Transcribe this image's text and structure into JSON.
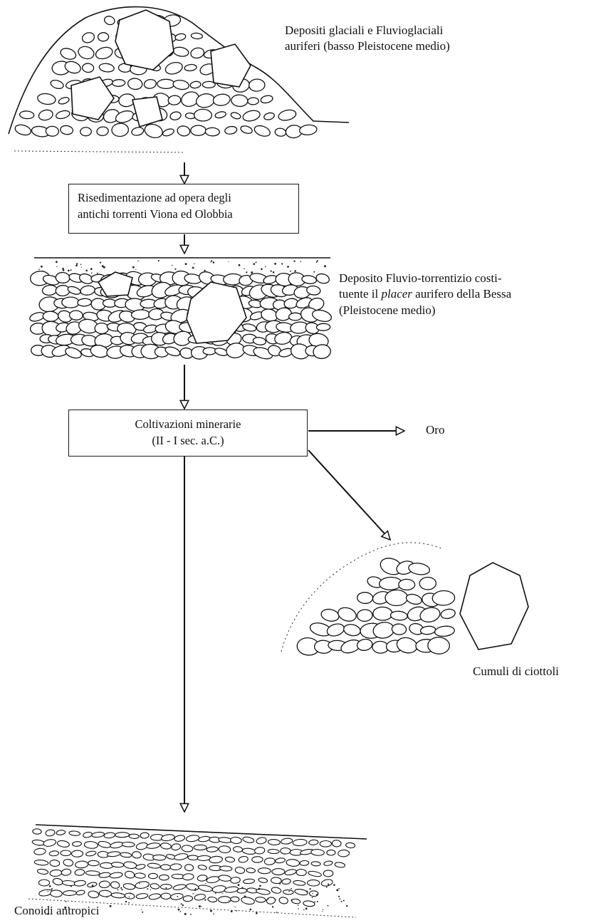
{
  "flow": {
    "glacial": {
      "line1": "Depositi glaciali e Fluvioglaciali",
      "line2": "auriferi (basso Pleistocene medio)"
    },
    "resedimentation": {
      "line1": "Risedimentazione ad opera degli",
      "line2": "antichi torrenti Viona ed Olobbia"
    },
    "fluvial": {
      "line1": "Deposito Fluvio-torrentizio costi-",
      "line2_pre": "tuente il ",
      "line2_em": "placer",
      "line2_post": " aurifero della Bessa",
      "line3": "(Pleistocene medio)"
    },
    "mining": {
      "line1": "Coltivazioni minerarie",
      "line2": "(II - I sec. a.C.)"
    },
    "gold": {
      "label": "Oro"
    },
    "cobbles": {
      "label": "Cumuli di ciottoli"
    },
    "fans": {
      "label": "Conoidi antropici"
    }
  }
}
